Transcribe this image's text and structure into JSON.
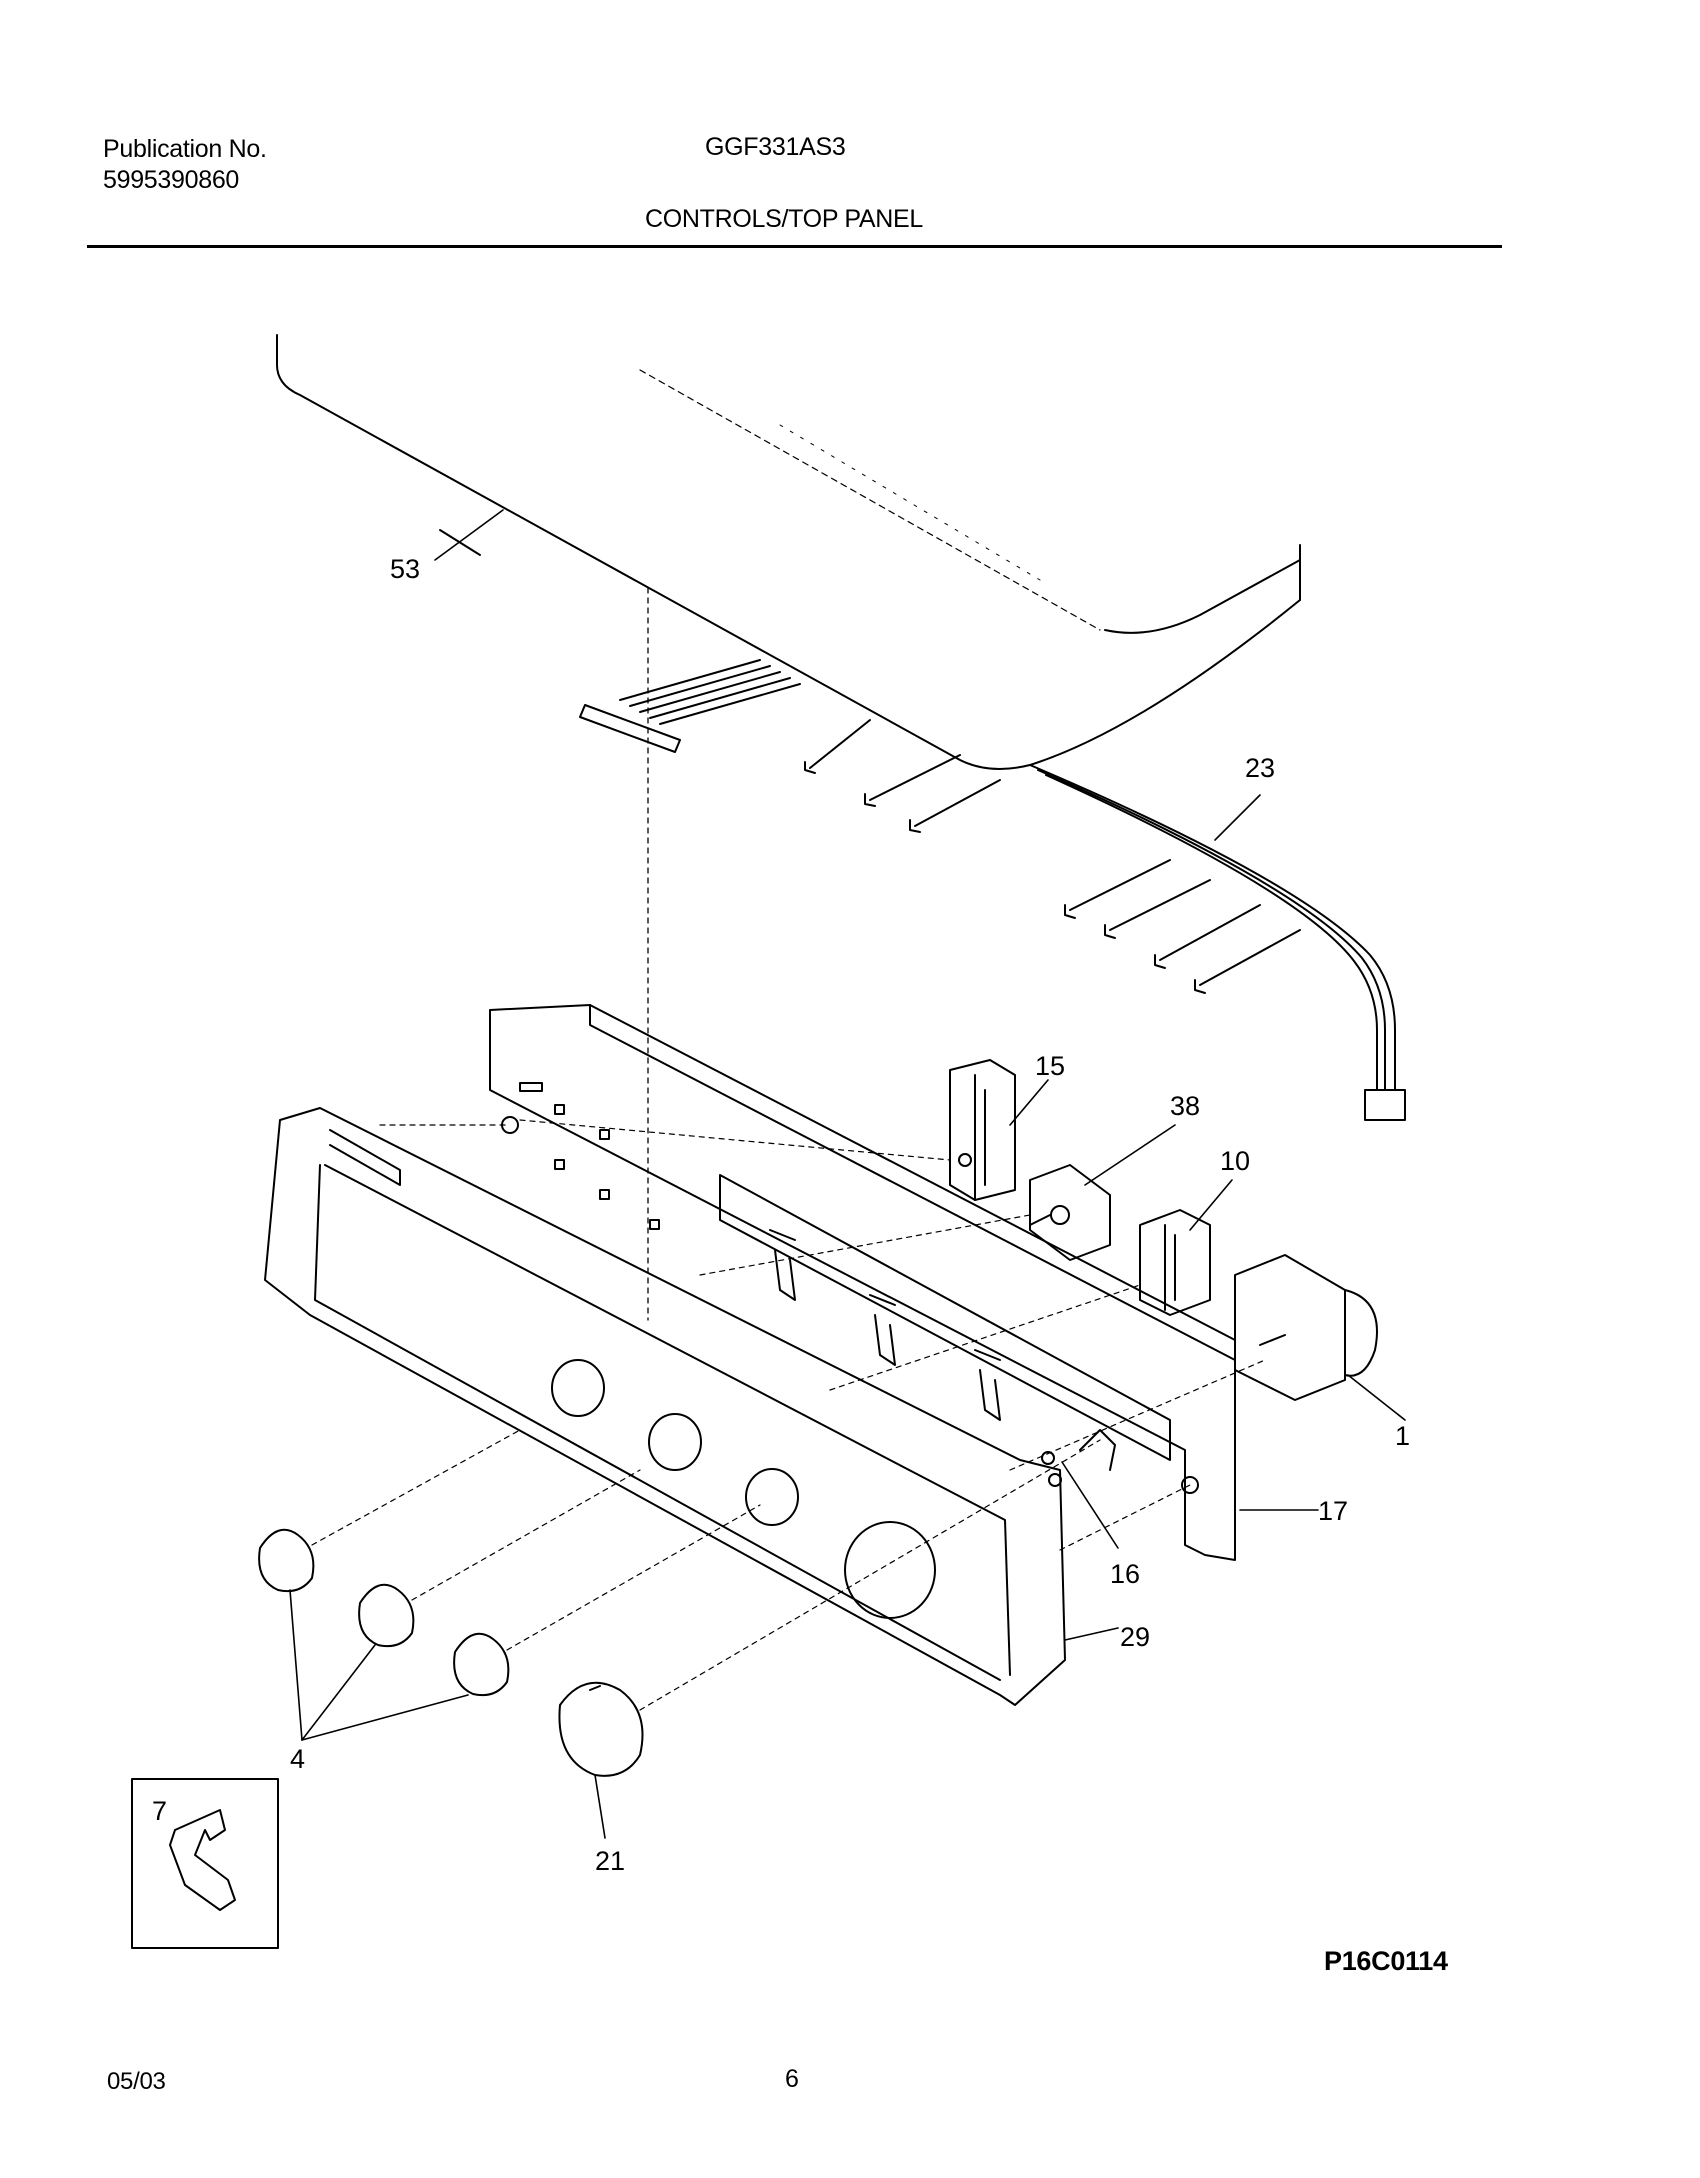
{
  "header": {
    "publication_label": "Publication No.",
    "publication_number": "5995390860",
    "model": "GGF331AS3",
    "section_title": "CONTROLS/TOP PANEL"
  },
  "callouts": {
    "c53": "53",
    "c23": "23",
    "c15": "15",
    "c38": "38",
    "c10": "10",
    "c1": "1",
    "c17": "17",
    "c16": "16",
    "c29": "29",
    "c4": "4",
    "c21": "21",
    "c7": "7"
  },
  "footer": {
    "drawing_code": "P16C0114",
    "date": "05/03",
    "page": "6"
  }
}
